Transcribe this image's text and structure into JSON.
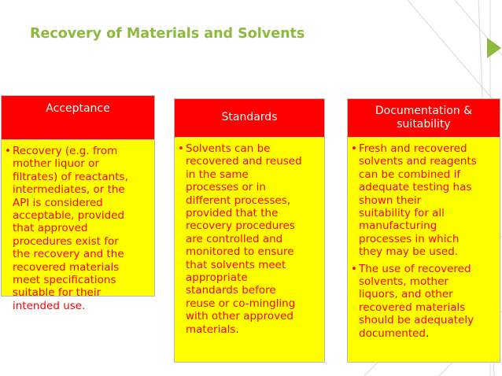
{
  "slide": {
    "title": "Recovery of Materials and Solvents",
    "colors": {
      "title": "#8dba3c",
      "header_bg": "#ff0000",
      "body_bg": "#ffff00",
      "body_text": "#ff0000"
    }
  },
  "columns": [
    {
      "header": [
        "Acceptance"
      ],
      "items": [
        [
          "Recovery (e.g. from",
          "mother liquor or",
          "filtrates) of reactants,",
          "intermediates, or the",
          "API is considered",
          "acceptable, provided",
          "that approved",
          "procedures exist for",
          "the recovery and the",
          "recovered materials",
          "meet specifications",
          "suitable for their",
          "intended use."
        ]
      ]
    },
    {
      "header": [
        "Standards"
      ],
      "items": [
        [
          "Solvents can be",
          "recovered and reused",
          "in the same",
          "processes or in",
          "different processes,",
          "provided that the",
          "recovery procedures",
          "are controlled and",
          "monitored to ensure",
          "that solvents meet",
          "appropriate",
          "standards before",
          "reuse or co-mingling",
          "with other approved",
          "materials"
        ]
      ]
    },
    {
      "header": [
        "Documentation &",
        "suitability"
      ],
      "items": [
        [
          "Fresh and recovered",
          "solvents and reagents",
          "can be combined if",
          "adequate testing has",
          "shown their",
          "suitability for all",
          "manufacturing",
          "processes in which",
          "they may be used."
        ],
        [
          "The use of recovered",
          "solvents, mother",
          "liquors, and other",
          "recovered materials",
          "should be adequately",
          "documented"
        ]
      ]
    }
  ],
  "trailing_period": "."
}
